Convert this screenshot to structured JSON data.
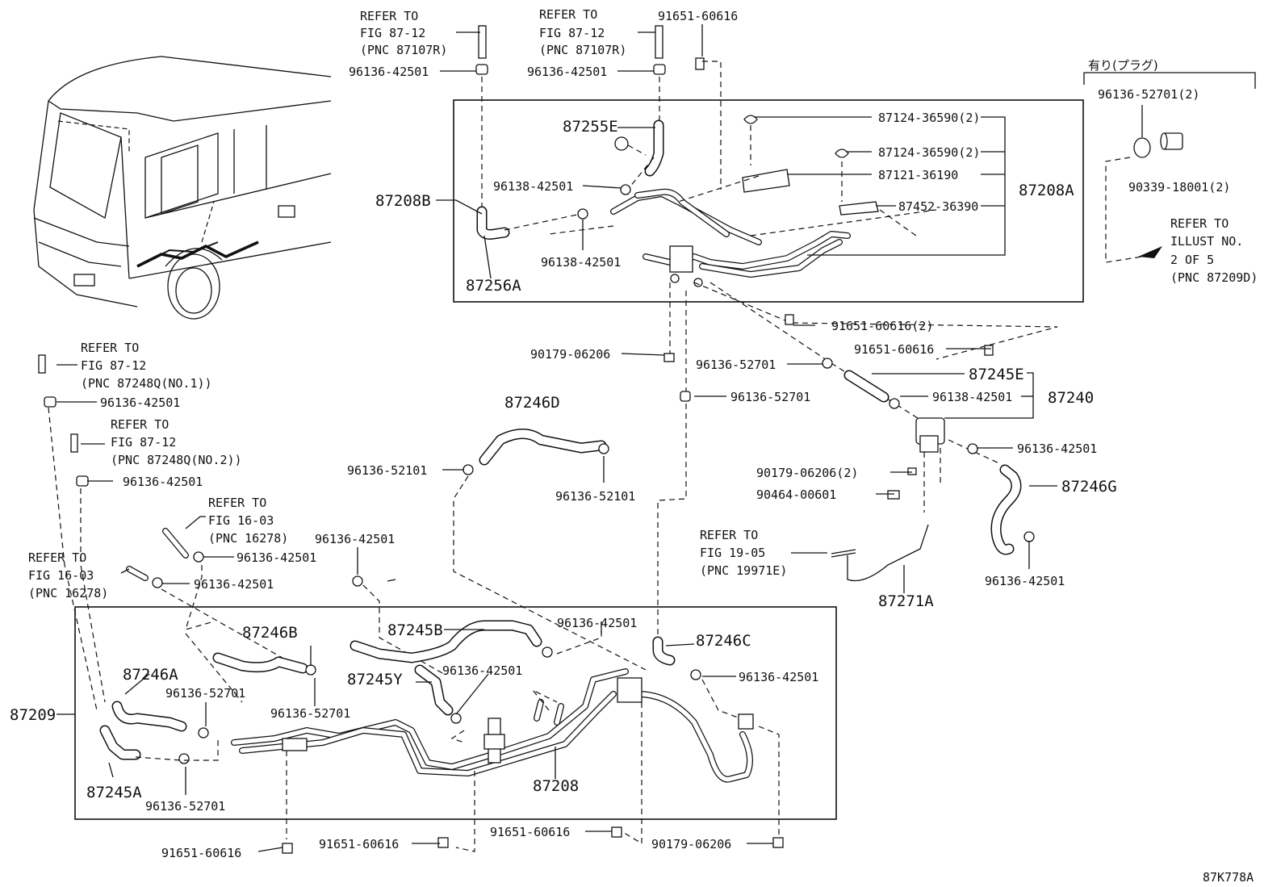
{
  "diagram_code": "87K778A",
  "jp_note": "有り(プラグ)",
  "labels": [
    {
      "id": "l1",
      "text": "REFER TO"
    },
    {
      "id": "l2",
      "text": "FIG 87-12"
    },
    {
      "id": "l3",
      "text": "(PNC 87107R)"
    },
    {
      "id": "l4",
      "text": "96136-42501"
    },
    {
      "id": "l5",
      "text": "REFER TO"
    },
    {
      "id": "l6",
      "text": "FIG 87-12"
    },
    {
      "id": "l7",
      "text": "(PNC 87107R)"
    },
    {
      "id": "l8",
      "text": "96136-42501"
    },
    {
      "id": "l9",
      "text": "91651-60616"
    },
    {
      "id": "l10",
      "text": "87124-36590(2)"
    },
    {
      "id": "l11",
      "text": "87124-36590(2)"
    },
    {
      "id": "l12",
      "text": "87121-36190"
    },
    {
      "id": "l13",
      "text": "87452-36390"
    },
    {
      "id": "l14",
      "text": "87255E"
    },
    {
      "id": "l15",
      "text": "96138-42501"
    },
    {
      "id": "l16",
      "text": "96138-42501"
    },
    {
      "id": "l17",
      "text": "87208B"
    },
    {
      "id": "l18",
      "text": "87208A"
    },
    {
      "id": "l19",
      "text": "87256A"
    },
    {
      "id": "l20",
      "text": "96136-52701(2)"
    },
    {
      "id": "l21",
      "text": "90339-18001(2)"
    },
    {
      "id": "l22",
      "text": "REFER TO"
    },
    {
      "id": "l23",
      "text": "ILLUST NO."
    },
    {
      "id": "l24",
      "text": "2 OF 5"
    },
    {
      "id": "l25",
      "text": "(PNC 87209D)"
    },
    {
      "id": "l26",
      "text": "91651-60616(2)"
    },
    {
      "id": "l27",
      "text": "91651-60616"
    },
    {
      "id": "l28",
      "text": "90179-06206"
    },
    {
      "id": "l29",
      "text": "96136-52701"
    },
    {
      "id": "l30",
      "text": "87245E"
    },
    {
      "id": "l31",
      "text": "96136-52701"
    },
    {
      "id": "l32",
      "text": "96138-42501"
    },
    {
      "id": "l33",
      "text": "87240"
    },
    {
      "id": "l34",
      "text": "87246D"
    },
    {
      "id": "l35",
      "text": "96136-42501"
    },
    {
      "id": "l36",
      "text": "90179-06206(2)"
    },
    {
      "id": "l37",
      "text": "90464-00601"
    },
    {
      "id": "l38",
      "text": "87246G"
    },
    {
      "id": "l39",
      "text": "96136-52101"
    },
    {
      "id": "l40",
      "text": "96136-52101"
    },
    {
      "id": "l41",
      "text": "REFER TO"
    },
    {
      "id": "l42",
      "text": "FIG 19-05"
    },
    {
      "id": "l43",
      "text": "(PNC 19971E)"
    },
    {
      "id": "l44",
      "text": "87271A"
    },
    {
      "id": "l45",
      "text": "96136-42501"
    },
    {
      "id": "l46",
      "text": "REFER TO"
    },
    {
      "id": "l47",
      "text": "FIG 87-12"
    },
    {
      "id": "l48",
      "text": "(PNC 87248Q(NO.1))"
    },
    {
      "id": "l49",
      "text": "96136-42501"
    },
    {
      "id": "l50",
      "text": "REFER TO"
    },
    {
      "id": "l51",
      "text": "FIG 87-12"
    },
    {
      "id": "l52",
      "text": "(PNC 87248Q(NO.2))"
    },
    {
      "id": "l53",
      "text": "96136-42501"
    },
    {
      "id": "l54",
      "text": "REFER TO"
    },
    {
      "id": "l55",
      "text": "FIG 16-03"
    },
    {
      "id": "l56",
      "text": "(PNC 16278)"
    },
    {
      "id": "l57",
      "text": "96136-42501"
    },
    {
      "id": "l58",
      "text": "96136-42501"
    },
    {
      "id": "l59",
      "text": "REFER TO"
    },
    {
      "id": "l60",
      "text": "FIG 16-03"
    },
    {
      "id": "l61",
      "text": "(PNC 16278)"
    },
    {
      "id": "l62",
      "text": "96136-42501"
    },
    {
      "id": "l63",
      "text": "87245B"
    },
    {
      "id": "l64",
      "text": "96136-42501"
    },
    {
      "id": "l65",
      "text": "87246C"
    },
    {
      "id": "l66",
      "text": "87246B"
    },
    {
      "id": "l67",
      "text": "96136-42501"
    },
    {
      "id": "l68",
      "text": "87246A"
    },
    {
      "id": "l69",
      "text": "87245Y"
    },
    {
      "id": "l70",
      "text": "96136-42501"
    },
    {
      "id": "l71",
      "text": "96136-52701"
    },
    {
      "id": "l72",
      "text": "96136-52701"
    },
    {
      "id": "l73",
      "text": "87209"
    },
    {
      "id": "l74",
      "text": "87208"
    },
    {
      "id": "l75",
      "text": "87245A"
    },
    {
      "id": "l76",
      "text": "96136-52701"
    },
    {
      "id": "l77",
      "text": "91651-60616"
    },
    {
      "id": "l78",
      "text": "91651-60616"
    },
    {
      "id": "l79",
      "text": "91651-60616"
    },
    {
      "id": "l80",
      "text": "90179-06206"
    }
  ]
}
